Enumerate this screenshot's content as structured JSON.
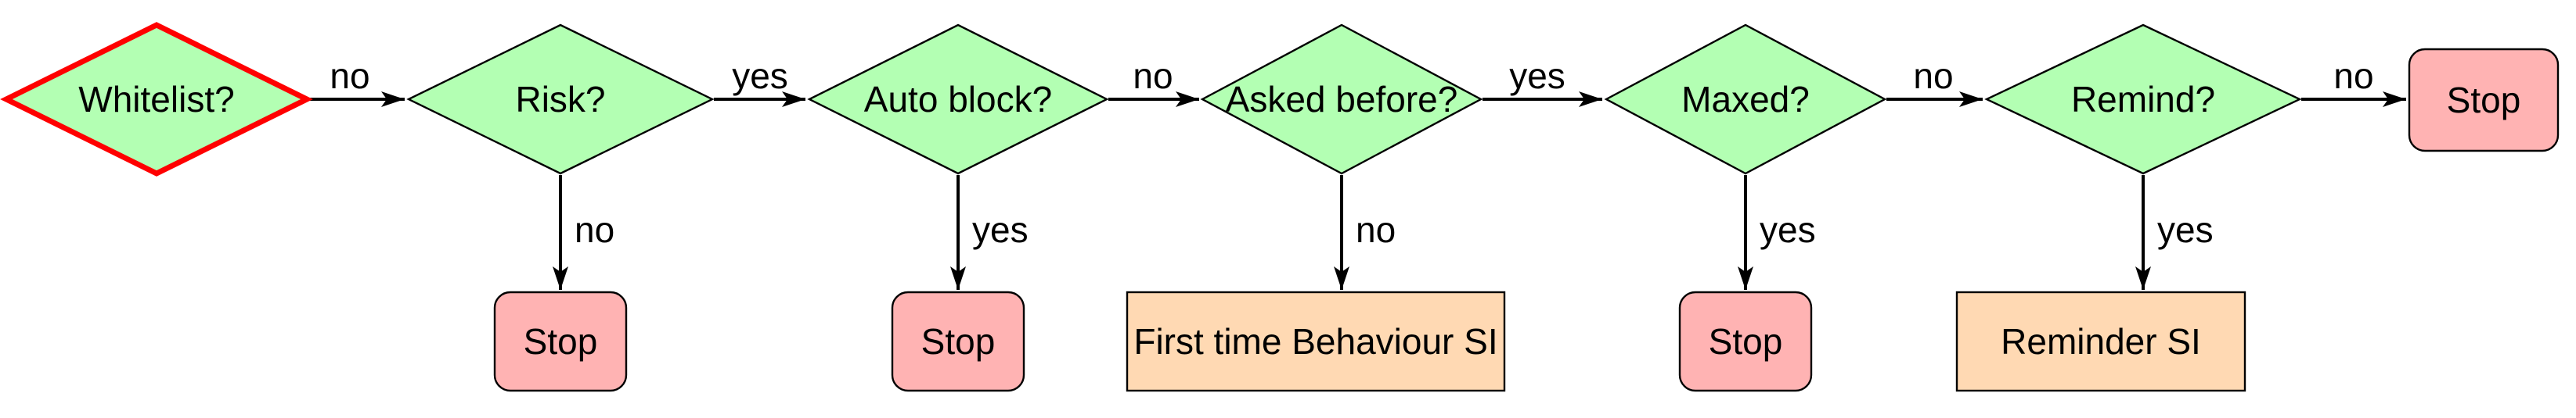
{
  "diagram": {
    "type": "flowchart",
    "background": "#ffffff"
  },
  "colors": {
    "decision_fill": "#b3ffb3",
    "stop_fill": "#ffb3b3",
    "action_fill": "#ffd9b3",
    "highlight_stroke": "#ff0000",
    "line": "#000000"
  },
  "nodes": {
    "whitelist": {
      "label": "Whitelist?",
      "type": "decision",
      "highlighted": true
    },
    "risk": {
      "label": "Risk?",
      "type": "decision"
    },
    "auto_block": {
      "label": "Auto block?",
      "type": "decision"
    },
    "asked_before": {
      "label": "Asked before?",
      "type": "decision"
    },
    "maxed": {
      "label": "Maxed?",
      "type": "decision"
    },
    "remind": {
      "label": "Remind?",
      "type": "decision"
    },
    "stop_after_risk": {
      "label": "Stop",
      "type": "terminator"
    },
    "stop_after_auto_block": {
      "label": "Stop",
      "type": "terminator"
    },
    "first_time_behaviour_si": {
      "label": "First time Behaviour SI",
      "type": "action"
    },
    "stop_after_maxed": {
      "label": "Stop",
      "type": "terminator"
    },
    "reminder_si": {
      "label": "Reminder SI",
      "type": "action"
    },
    "stop_after_remind": {
      "label": "Stop",
      "type": "terminator"
    }
  },
  "edges": {
    "whitelist_to_risk": {
      "label": "no"
    },
    "risk_to_auto_block": {
      "label": "yes"
    },
    "risk_to_stop": {
      "label": "no"
    },
    "auto_block_to_asked_before": {
      "label": "no"
    },
    "auto_block_to_stop": {
      "label": "yes"
    },
    "asked_before_to_maxed": {
      "label": "yes"
    },
    "asked_before_to_first_time": {
      "label": "no"
    },
    "maxed_to_remind": {
      "label": "no"
    },
    "maxed_to_stop": {
      "label": "yes"
    },
    "remind_to_stop": {
      "label": "no"
    },
    "remind_to_reminder_si": {
      "label": "yes"
    }
  }
}
